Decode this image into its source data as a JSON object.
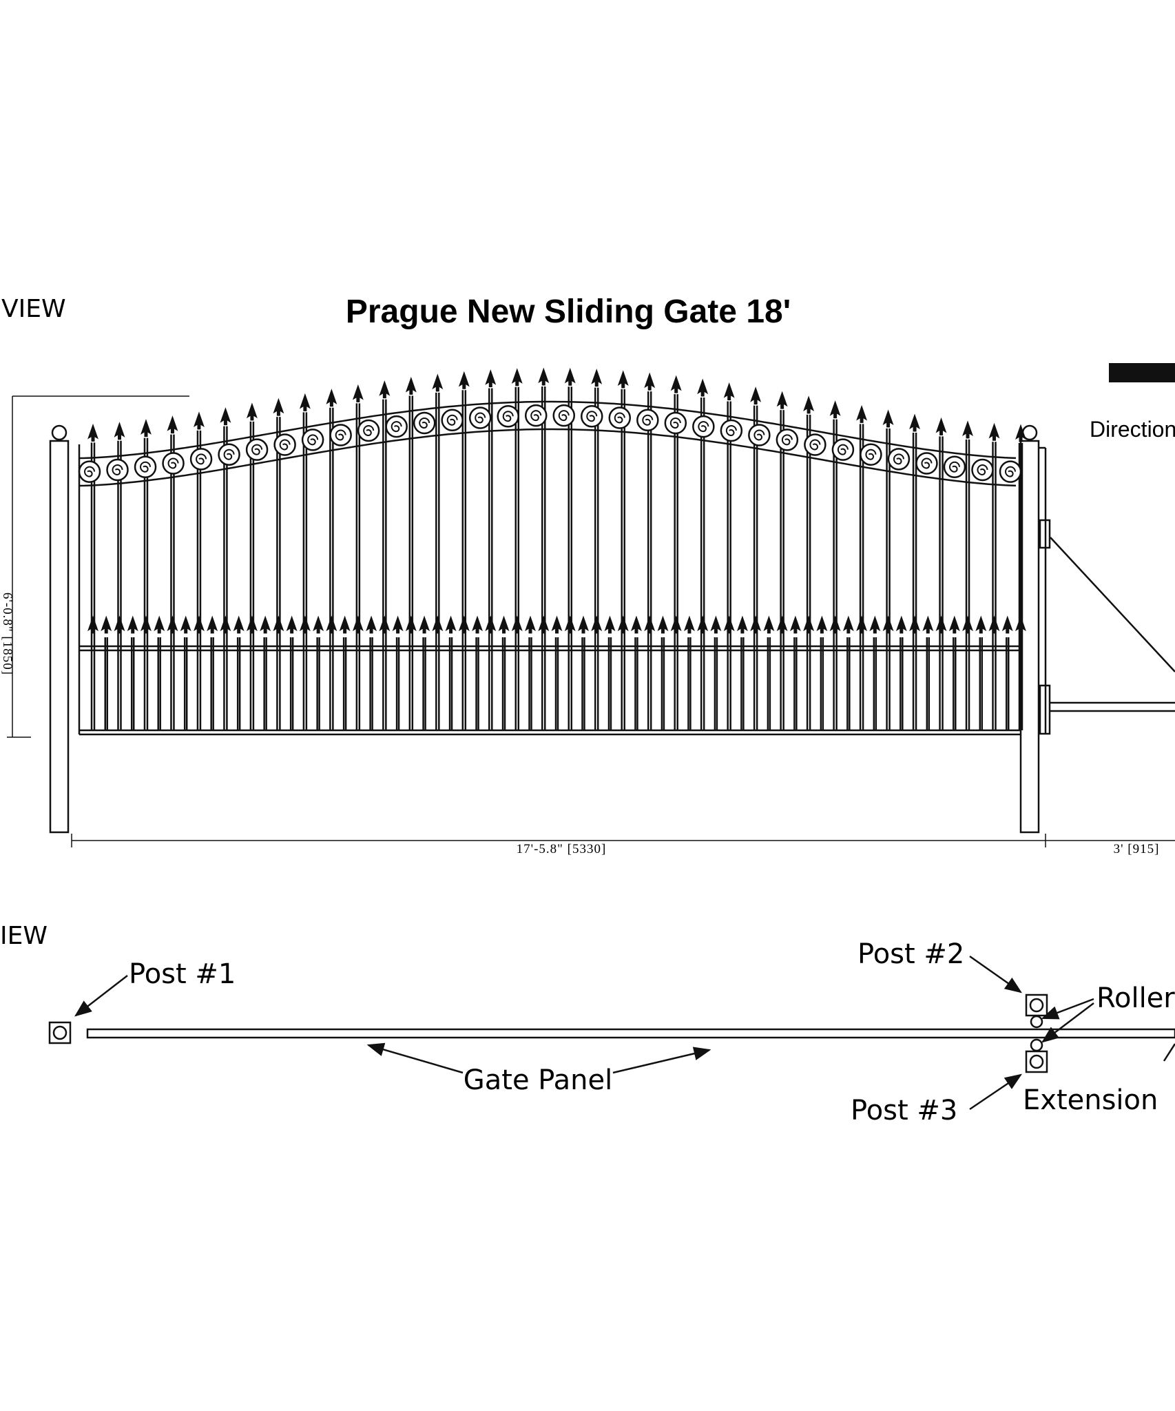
{
  "title": "Prague New Sliding Gate 18'",
  "front_view_label": "VIEW",
  "plan_view_label": "IEW",
  "direction_label": "Direction",
  "dimensions": {
    "height": "6'-0.8\" [1850]",
    "width": "17'-5.8\" [5330]",
    "extension": "3' [915]"
  },
  "plan": {
    "post1": "Post #1",
    "post2": "Post #2",
    "post3": "Post #3",
    "rollers": "Roller",
    "gate_panel": "Gate Panel",
    "extension": "Extension"
  }
}
